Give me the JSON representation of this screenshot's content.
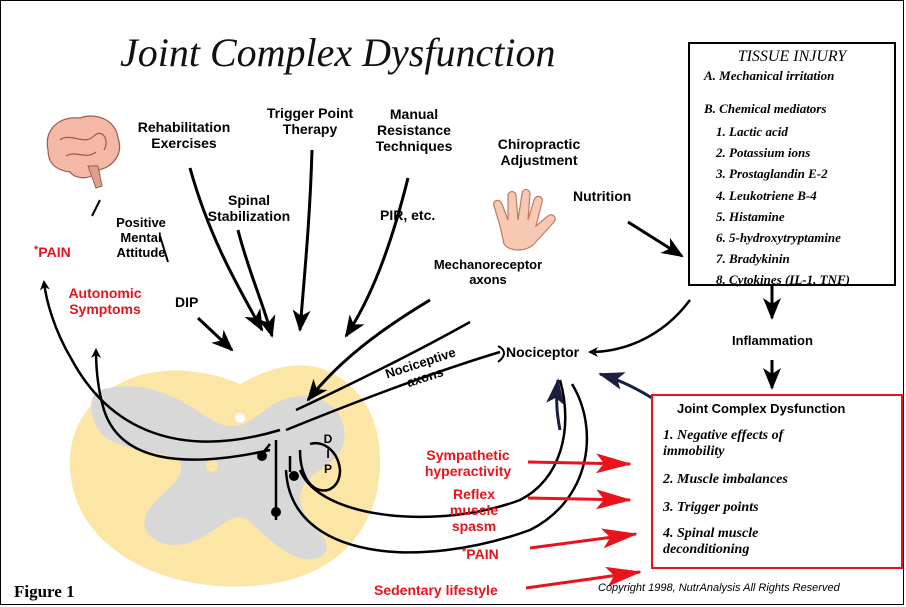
{
  "title": "Joint Complex Dysfunction",
  "figure_label": "Figure 1",
  "copyright": "Copyright 1998, NutrAnalysis All Rights Reserved",
  "tissue_injury": {
    "heading": "TISSUE INJURY",
    "a": "A. Mechanical irritation",
    "b": "B. Chemical mediators",
    "mediators": [
      "1. Lactic acid",
      "2. Potassium ions",
      "3. Prostaglandin E-2",
      "4. Leukotriene B-4",
      "5. Histamine",
      "6. 5-hydroxytryptamine",
      "7. Bradykinin",
      "8. Cytokines (IL-1, TNF)"
    ]
  },
  "jcd_box": {
    "heading": "Joint Complex Dysfunction",
    "items": [
      "1. Negative effects of immobility",
      "2. Muscle imbalances",
      "3. Trigger points",
      "4. Spinal muscle deconditioning"
    ]
  },
  "labels": {
    "rehab": "Rehabilitation Exercises",
    "trigger": "Trigger Point Therapy",
    "manual": "Manual Resistance Techniques",
    "chiro": "Chiropractic Adjustment",
    "spinal": "Spinal Stabilization",
    "pir": "PIR, etc.",
    "positive": "Positive Mental Attitude",
    "nutrition": "Nutrition",
    "mechano": "Mechanoreceptor axons",
    "pain_top": "PAIN",
    "autonomic": "Autonomic Symptoms",
    "dip": "DIP",
    "dip_vertical": [
      "D",
      "I",
      "P"
    ],
    "nociceptive": "Nociceptive axons",
    "nociceptor": "Nociceptor",
    "inflammation": "Inflammation",
    "sympathetic": "Sympathetic hyperactivity",
    "reflex": "Reflex muscle spasm",
    "pain_bottom": "PAIN",
    "sedentary": "Sedentary lifestyle"
  },
  "colors": {
    "red": "#e8131b",
    "cord_outer": "#fbe6a6",
    "cord_inner": "#d8d8d8",
    "navy": "#1a1f3f"
  }
}
